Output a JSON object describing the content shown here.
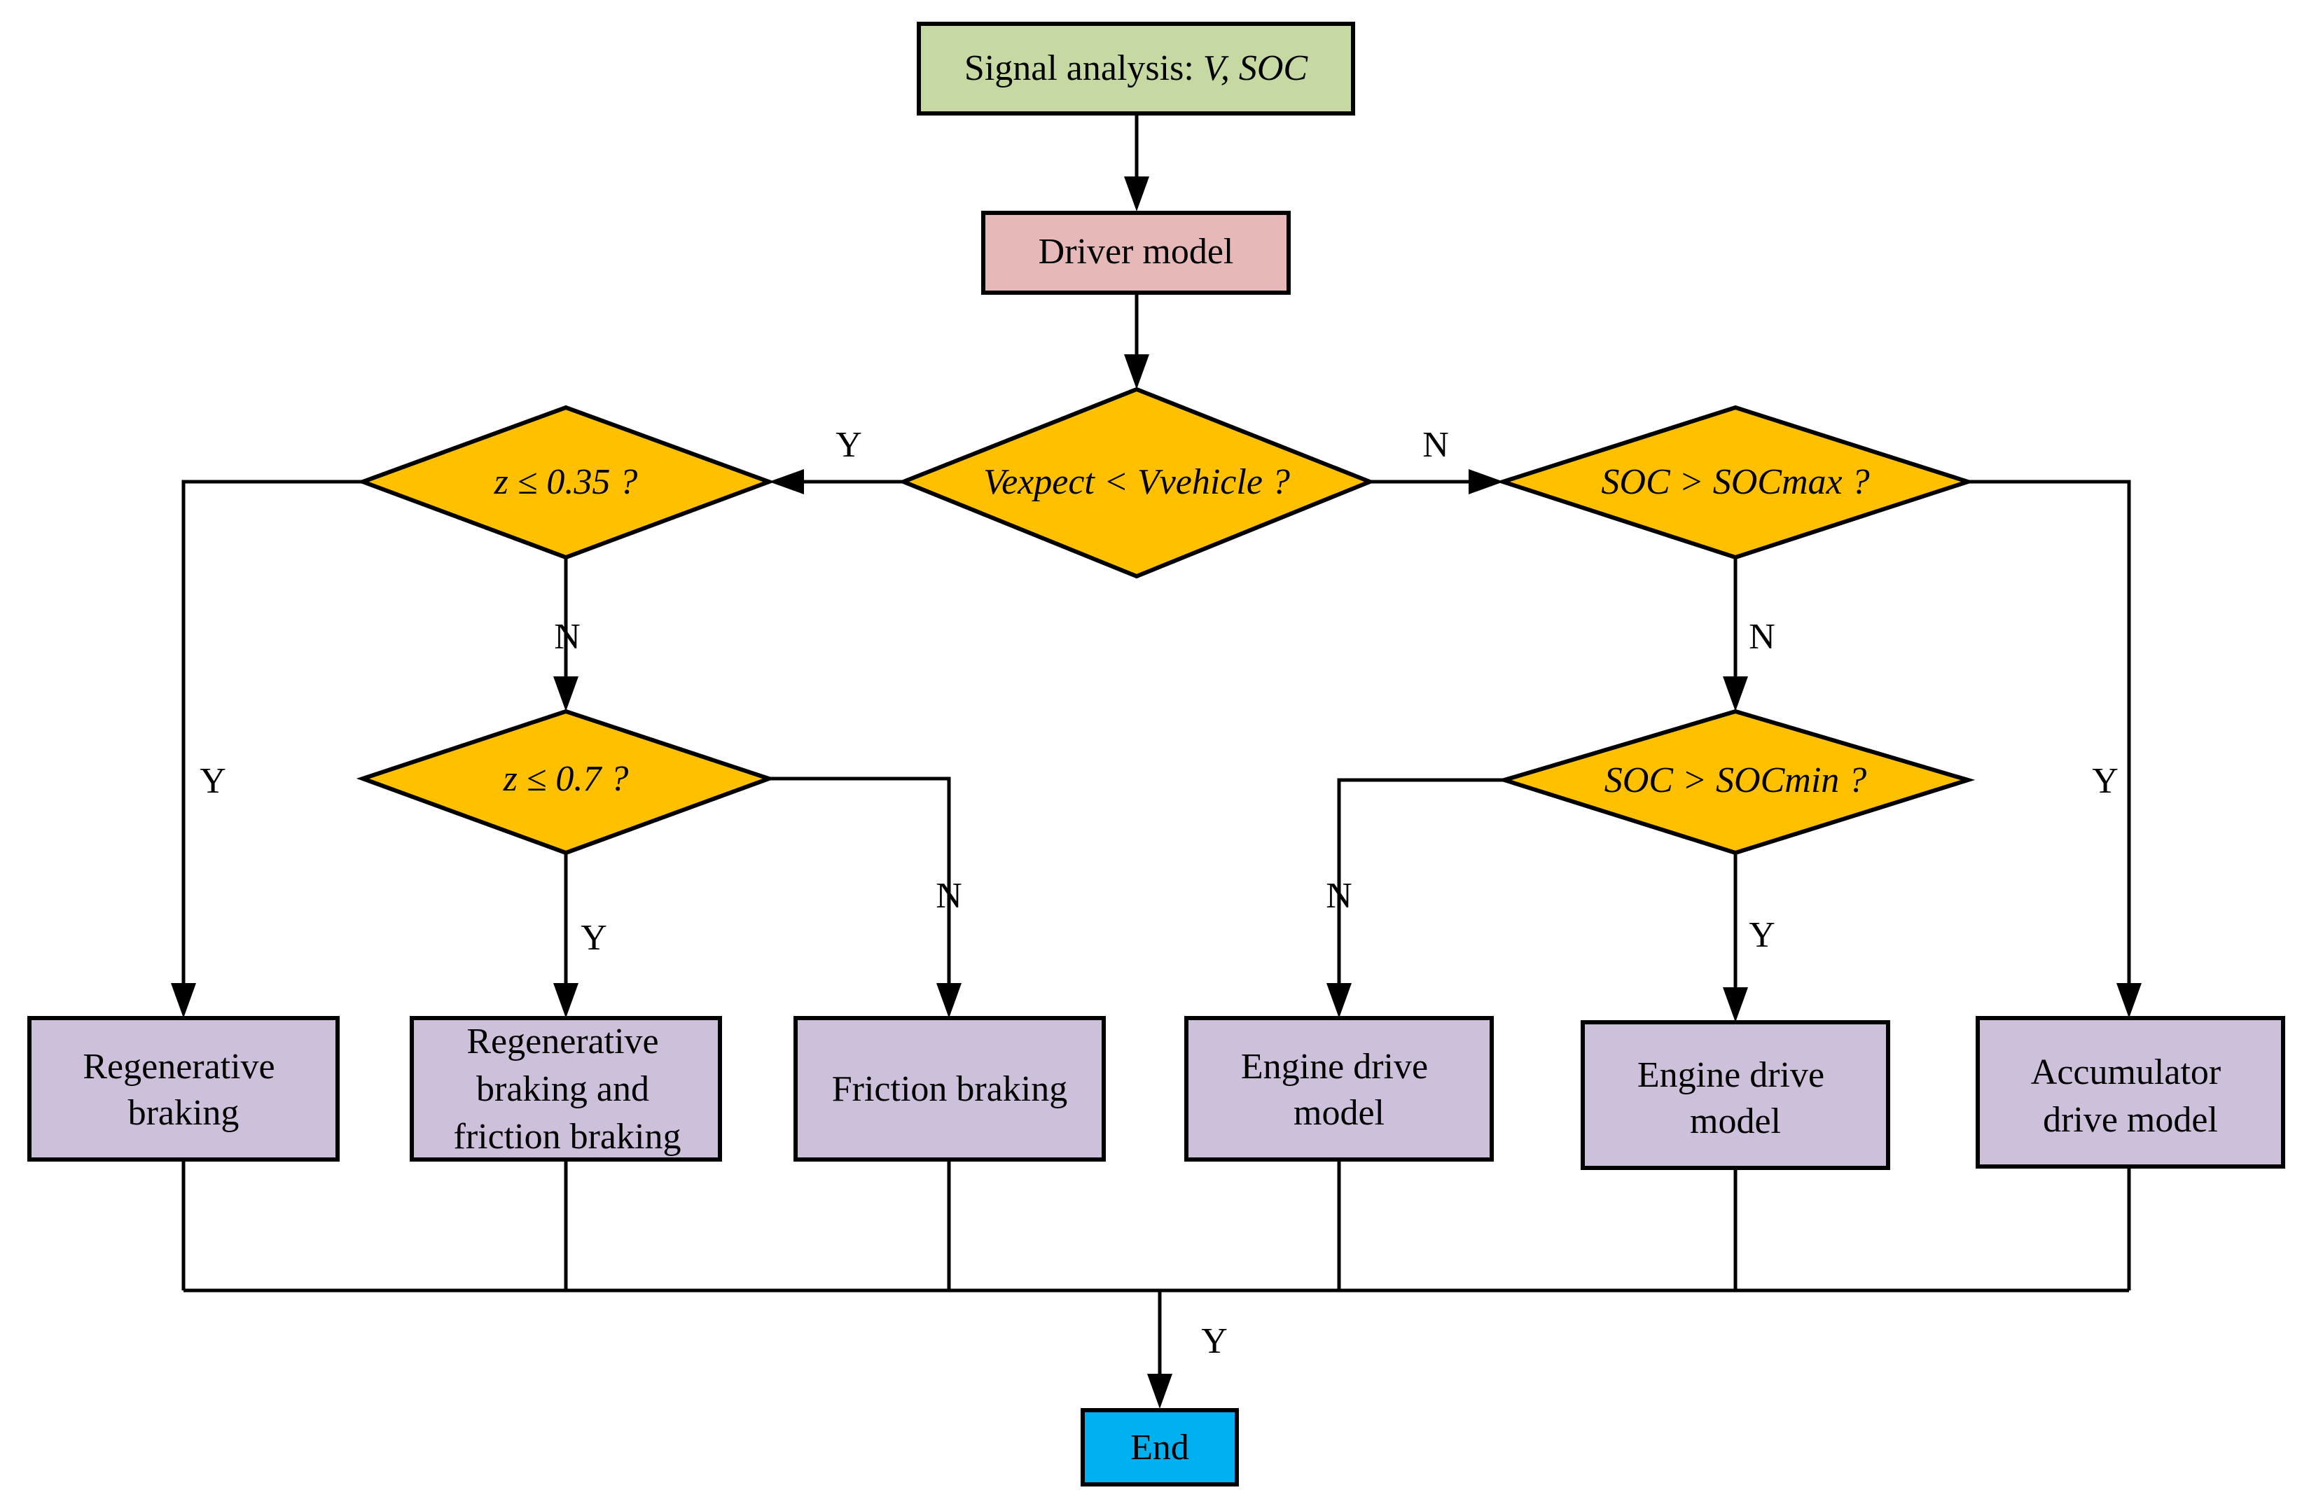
{
  "colors": {
    "start_fill": "#c6d9a2",
    "driver_fill": "#e6b8b7",
    "decision_fill": "#ffc000",
    "process_fill": "#ccc0da",
    "end_fill": "#00b0f0",
    "line": "#000000"
  },
  "nodes": {
    "signal_analysis": {
      "prefix": "Signal analysis: ",
      "vars": "V, SOC"
    },
    "driver_model": {
      "label": "Driver model"
    },
    "decision_v": {
      "label": "Vexpect < Vvehicle ?"
    },
    "decision_z035": {
      "label": "z ≤  0.35 ?"
    },
    "decision_z07": {
      "label": "z ≤  0.7 ?"
    },
    "decision_socmax": {
      "label": "SOC > SOCmax ?"
    },
    "decision_socmin": {
      "label": "SOC > SOCmin ?"
    },
    "regen_braking": {
      "lines": [
        "Regenerative",
        "braking"
      ]
    },
    "regen_friction_braking": {
      "lines": [
        "Regenerative",
        "braking and",
        "friction braking"
      ]
    },
    "friction_braking": {
      "lines": [
        "Friction braking"
      ]
    },
    "engine_drive_1": {
      "lines": [
        "Engine drive",
        "model"
      ]
    },
    "engine_drive_2": {
      "lines": [
        "Engine drive",
        "model"
      ]
    },
    "accumulator_drive": {
      "lines": [
        "Accumulator",
        "drive model"
      ]
    },
    "end": {
      "label": "End"
    }
  },
  "edge_labels": {
    "v_yes": "Y",
    "v_no": "N",
    "z035_yes": "Y",
    "z035_no": "N",
    "z07_yes": "Y",
    "z07_no": "N",
    "socmax_no": "N",
    "socmax_yes": "Y",
    "socmin_yes": "Y",
    "socmin_no": "N",
    "merge_yes": "Y"
  }
}
